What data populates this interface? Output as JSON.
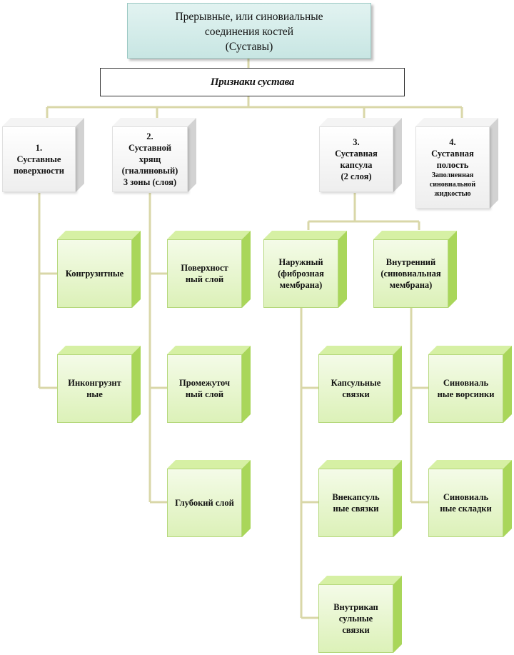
{
  "title": {
    "line1": "Прерывные, или синовиальные",
    "line2": "соединения костей",
    "line3": "(Суставы)"
  },
  "features_label": "Признаки сустава",
  "features": [
    {
      "lines": [
        "1.",
        "Суставные",
        "поверхности"
      ]
    },
    {
      "lines": [
        "2.",
        "Суставной",
        "хрящ",
        "(гиалиновый)",
        "3 зоны (слоя)"
      ]
    },
    {
      "lines": [
        "3.",
        "Суставная",
        "капсула",
        "(2 слоя)"
      ]
    },
    {
      "lines": [
        "4.",
        "Суставная",
        "полость"
      ],
      "note": [
        "Заполненная",
        "синовиальной",
        "жидкостью"
      ]
    }
  ],
  "surfaces": [
    {
      "lines": [
        "Конгрузнтные"
      ]
    },
    {
      "lines": [
        "Инконгрузнт",
        "ные"
      ]
    }
  ],
  "cartilage_layers": [
    {
      "lines": [
        "Поверхност",
        "ный слой"
      ]
    },
    {
      "lines": [
        "Промежуточ",
        "ный слой"
      ]
    },
    {
      "lines": [
        "Глубокий слой"
      ]
    }
  ],
  "capsule_layers": [
    {
      "lines": [
        "Наружный",
        "(фиброзная",
        "мембрана)"
      ]
    },
    {
      "lines": [
        "Внутренний",
        "(синовиальная",
        "мембрана)"
      ]
    }
  ],
  "ligaments": [
    {
      "lines": [
        "Капсульные",
        "связки"
      ]
    },
    {
      "lines": [
        "Внекапсуль",
        "ные связки"
      ]
    },
    {
      "lines": [
        "Внутрикап",
        "сульные",
        "связки"
      ]
    }
  ],
  "synovial_parts": [
    {
      "lines": [
        "Синовиаль",
        "ные ворсинки"
      ]
    },
    {
      "lines": [
        "Синовиаль",
        "ные складки"
      ]
    }
  ]
}
